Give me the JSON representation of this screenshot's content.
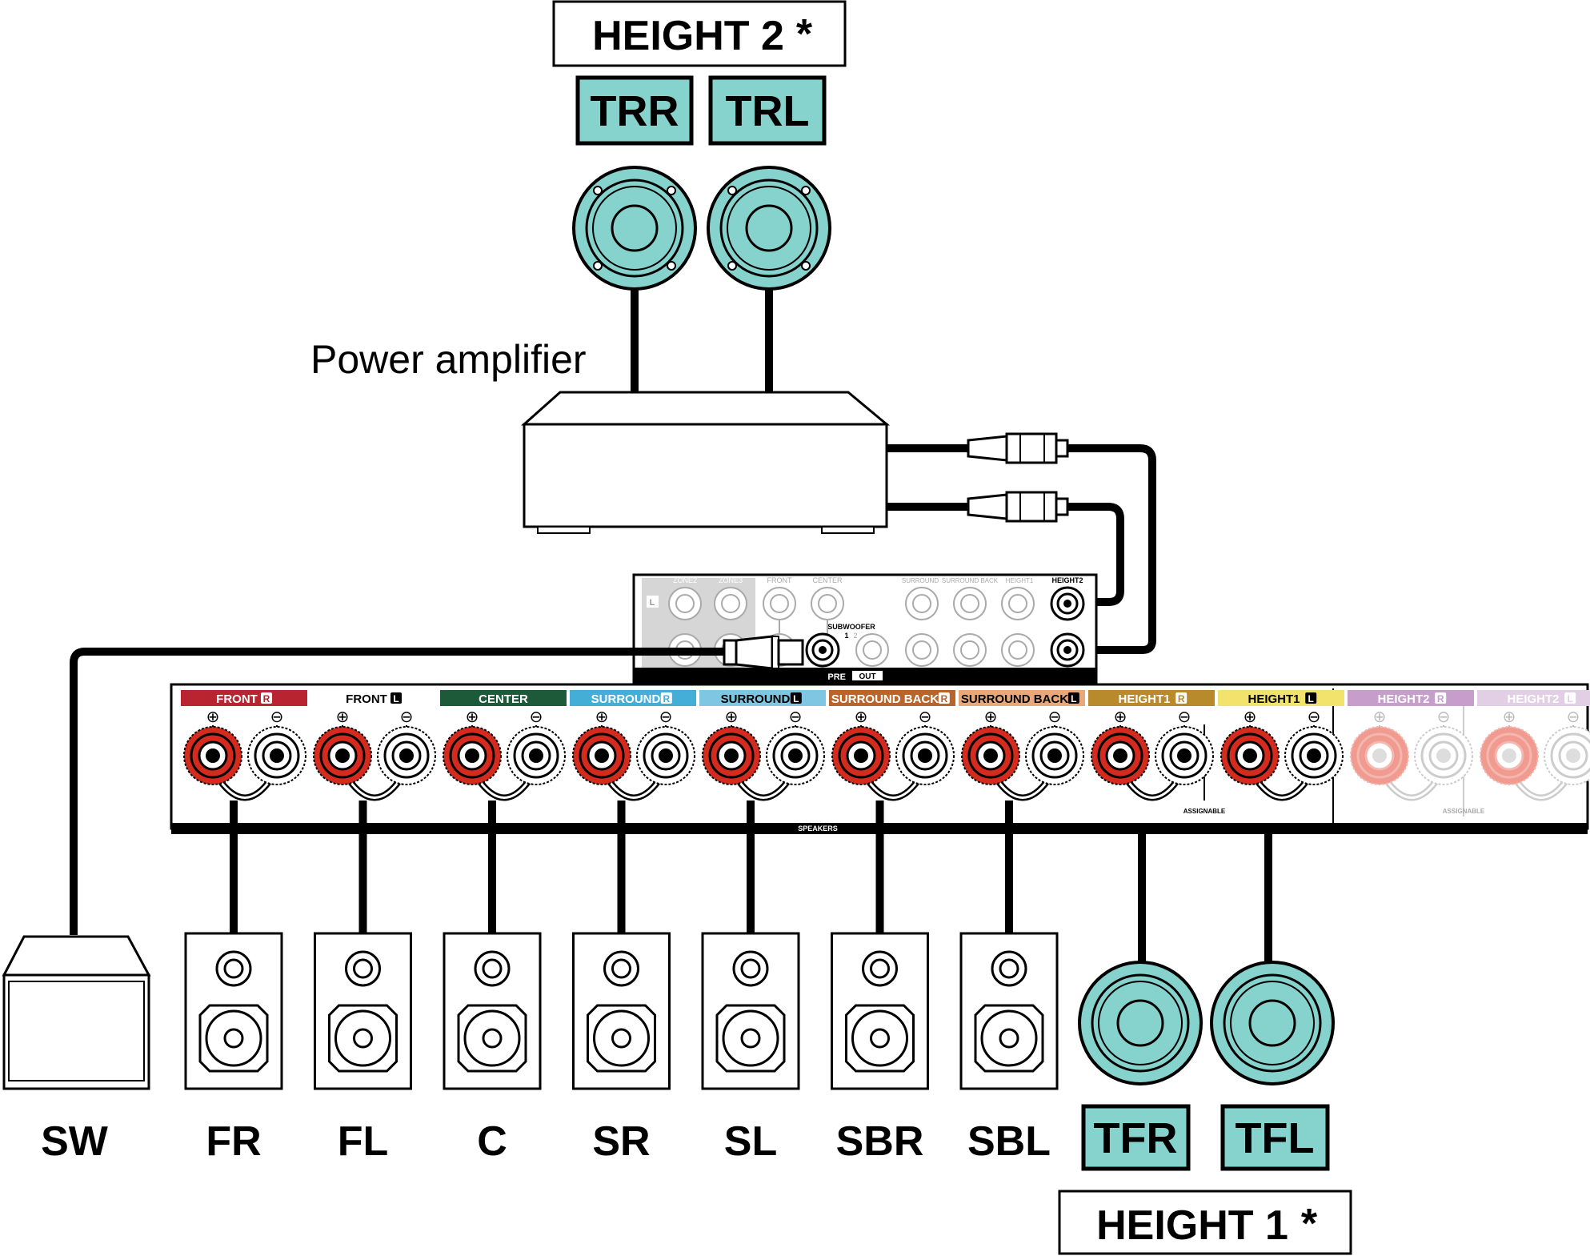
{
  "colors": {
    "teal": "#86d3ce",
    "red_terminal": "#d42b1e",
    "faded_red": "#f09a90",
    "front_r": "#b8242f",
    "front_l": "#ffffff",
    "center": "#1c5a3a",
    "surround_r": "#44aed6",
    "surround_l": "#7ec6e2",
    "surround_back_r": "#b8642b",
    "surround_back_l": "#e8a87a",
    "height1_r": "#b98a2b",
    "height1_l": "#f2e36c",
    "height2_r": "#c79dcc",
    "height2_l": "#e2cfe6"
  },
  "height2_box": {
    "label": "HEIGHT 2",
    "asterisk": "*"
  },
  "height1_box": {
    "label": "HEIGHT 1",
    "asterisk": "*"
  },
  "power_amplifier_label": "Power amplifier",
  "top_speakers": [
    {
      "label": "TRR"
    },
    {
      "label": "TRL"
    }
  ],
  "tall_speakers": [
    {
      "label": "TFR"
    },
    {
      "label": "TFL"
    }
  ],
  "floor_speakers": [
    {
      "label": "FR"
    },
    {
      "label": "FL"
    },
    {
      "label": "C"
    },
    {
      "label": "SR"
    },
    {
      "label": "SL"
    },
    {
      "label": "SBR"
    },
    {
      "label": "SBL"
    }
  ],
  "subwoofer": {
    "label": "SW"
  },
  "preout": {
    "labels": [
      "ZONE2",
      "ZONE3",
      "FRONT",
      "CENTER",
      "SURROUND",
      "SURROUND BACK",
      "HEIGHT1",
      "HEIGHT2"
    ],
    "subwoofer_label": "SUBWOOFER",
    "subwoofer_numbers": [
      "1",
      "2"
    ],
    "pre": "PRE",
    "out": "OUT",
    "l_badge": "L"
  },
  "receiver": {
    "channels": [
      {
        "name": "FRONT",
        "side": "R"
      },
      {
        "name": "FRONT",
        "side": "L"
      },
      {
        "name": "CENTER",
        "side": ""
      },
      {
        "name": "SURROUND",
        "side": "R"
      },
      {
        "name": "SURROUND",
        "side": "L"
      },
      {
        "name": "SURROUND BACK",
        "side": "R"
      },
      {
        "name": "SURROUND BACK",
        "side": "L"
      },
      {
        "name": "HEIGHT1",
        "side": "R"
      },
      {
        "name": "HEIGHT1",
        "side": "L"
      },
      {
        "name": "HEIGHT2",
        "side": "R"
      },
      {
        "name": "HEIGHT2",
        "side": "L"
      }
    ],
    "plus": "⊕",
    "minus": "⊖",
    "speakers_label": "SPEAKERS",
    "assignable_label": "ASSIGNABLE"
  }
}
